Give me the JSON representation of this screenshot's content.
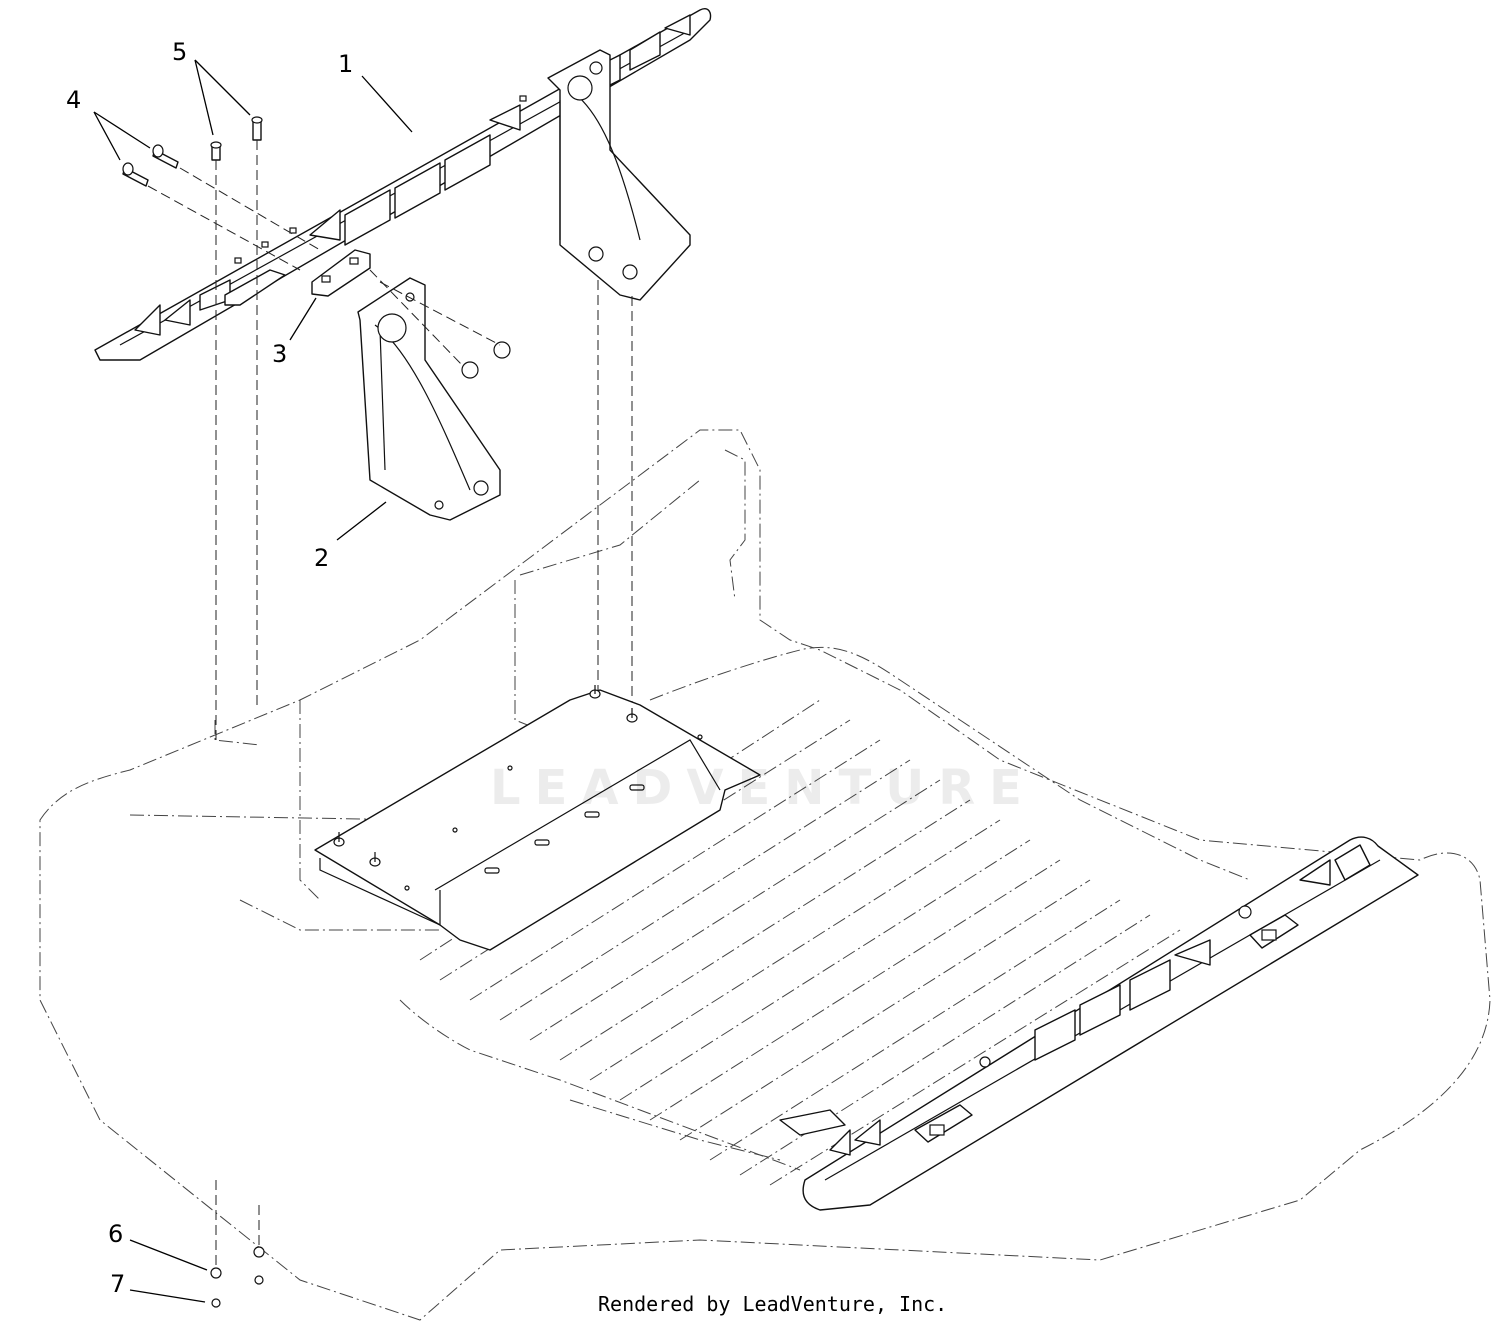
{
  "diagram": {
    "callouts": [
      {
        "id": "c1",
        "label": "1"
      },
      {
        "id": "c2",
        "label": "2"
      },
      {
        "id": "c3",
        "label": "3"
      },
      {
        "id": "c4",
        "label": "4"
      },
      {
        "id": "c5",
        "label": "5"
      },
      {
        "id": "c6",
        "label": "6"
      },
      {
        "id": "c7",
        "label": "7"
      }
    ],
    "watermark_text": "LEADVENTURE",
    "footer_text": "Rendered by LeadVenture, Inc."
  }
}
